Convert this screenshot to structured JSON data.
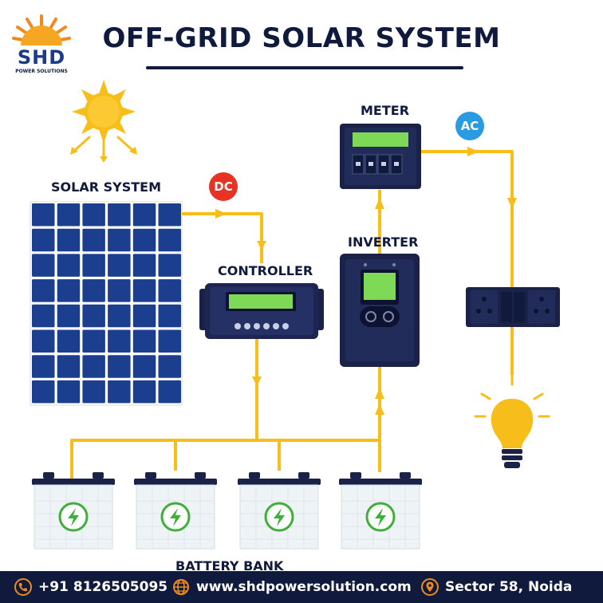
{
  "logo": {
    "name": "SHD",
    "tagline": "POWER SOLUTIONS"
  },
  "title": "OFF-GRID SOLAR SYSTEM",
  "components": {
    "solar": "SOLAR SYSTEM",
    "controller": "CONTROLLER",
    "inverter": "INVERTER",
    "meter": "METER",
    "battery": "BATTERY BANK"
  },
  "badges": {
    "dc": "DC",
    "ac": "AC"
  },
  "footer": {
    "phone": "+91 8126505095",
    "website": "www.shdpowersolution.com",
    "location": "Sector 58, Noida"
  },
  "colors": {
    "navy": "#0f1a3c",
    "wire": "#f7bd1a",
    "dc_badge": "#e63323",
    "ac_badge": "#2a9be0",
    "panel": "#1b3f8e",
    "lcd": "#7ed957",
    "battery_icon": "#3fae3a",
    "footer_icon": "#f08a1c"
  },
  "icons": [
    "sun-icon",
    "phone-icon",
    "globe-icon",
    "location-pin-icon",
    "bulb-icon",
    "battery-charge-icon"
  ]
}
